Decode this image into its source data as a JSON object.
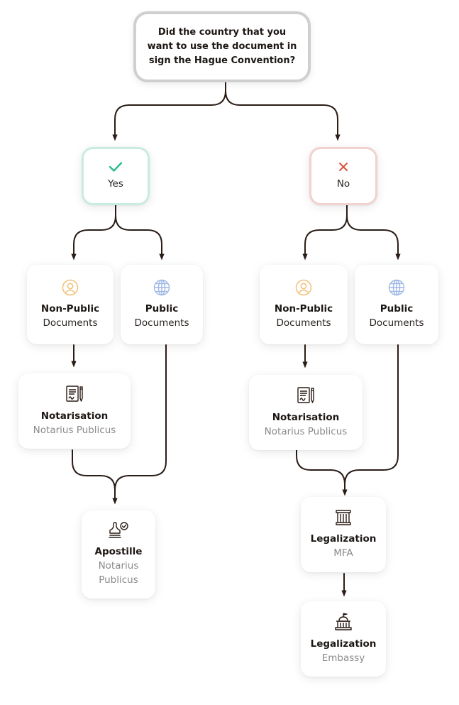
{
  "question": {
    "lines": [
      "Did the country that you",
      "want to use the document in",
      "sign the Hague Convention?"
    ]
  },
  "answers": {
    "yes": {
      "label": "Yes",
      "color": "#2bbf86"
    },
    "no": {
      "label": "No",
      "color": "#d9503c"
    }
  },
  "yes_branch": {
    "non_public": {
      "title": "Non-Public",
      "subtitle": "Documents",
      "icon": "user-circle-icon",
      "icon_color": "#f2c077"
    },
    "public": {
      "title": "Public",
      "subtitle": "Documents",
      "icon": "globe-icon",
      "icon_color": "#9fb8e6"
    },
    "notarisation": {
      "title": "Notarisation",
      "subtitle": "Notarius Publicus",
      "icon": "document-pen-icon"
    },
    "apostille": {
      "title": "Apostille",
      "subtitle_lines": [
        "Notarius",
        "Publicus"
      ],
      "icon": "stamp-check-icon"
    }
  },
  "no_branch": {
    "non_public": {
      "title": "Non-Public",
      "subtitle": "Documents",
      "icon": "user-circle-icon",
      "icon_color": "#f2c077"
    },
    "public": {
      "title": "Public",
      "subtitle": "Documents",
      "icon": "globe-icon",
      "icon_color": "#9fb8e6"
    },
    "notarisation": {
      "title": "Notarisation",
      "subtitle": "Notarius Publicus",
      "icon": "document-pen-icon"
    },
    "legalization_mfa": {
      "title": "Legalization",
      "subtitle": "MFA",
      "icon": "column-icon"
    },
    "legalization_embassy": {
      "title": "Legalization",
      "subtitle": "Embassy",
      "icon": "embassy-building-icon"
    }
  },
  "connector_color": "#2a1d17"
}
